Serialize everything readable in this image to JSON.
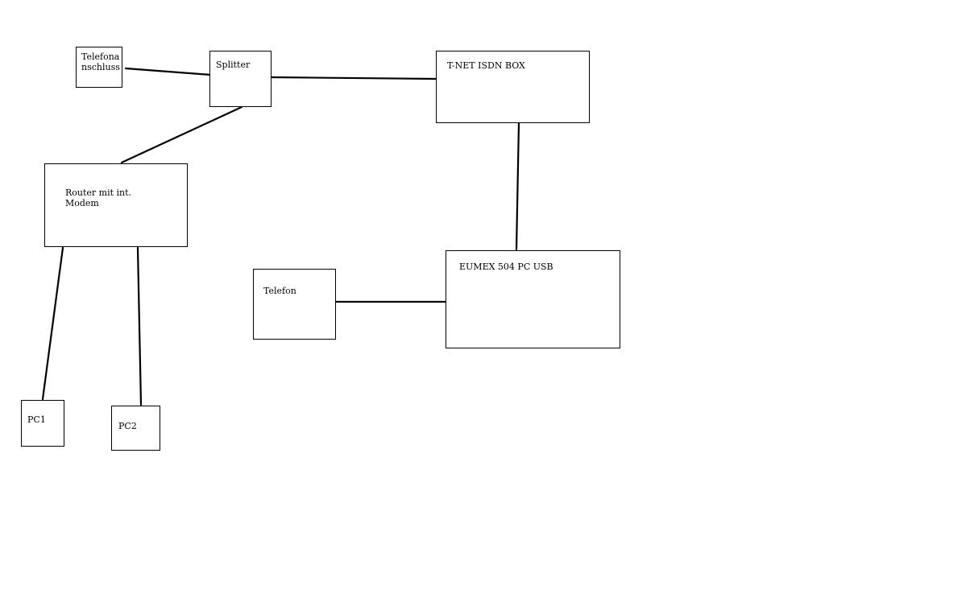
{
  "diagram": {
    "nodes": [
      {
        "id": "telefonanschluss",
        "label": "Telefona\nnschluss"
      },
      {
        "id": "splitter",
        "label": "Splitter"
      },
      {
        "id": "tnet-isdn-box",
        "label": "T-NET ISDN BOX"
      },
      {
        "id": "router",
        "label": "Router mit int.\nModem"
      },
      {
        "id": "eumex",
        "label": "EUMEX 504 PC USB"
      },
      {
        "id": "telefon",
        "label": "Telefon"
      },
      {
        "id": "pc1",
        "label": "PC1"
      },
      {
        "id": "pc2",
        "label": "PC2"
      }
    ],
    "edges": [
      {
        "from": "telefonanschluss",
        "to": "splitter"
      },
      {
        "from": "splitter",
        "to": "tnet-isdn-box"
      },
      {
        "from": "splitter",
        "to": "router"
      },
      {
        "from": "tnet-isdn-box",
        "to": "eumex"
      },
      {
        "from": "telefon",
        "to": "eumex"
      },
      {
        "from": "router",
        "to": "pc1"
      },
      {
        "from": "router",
        "to": "pc2"
      }
    ]
  }
}
